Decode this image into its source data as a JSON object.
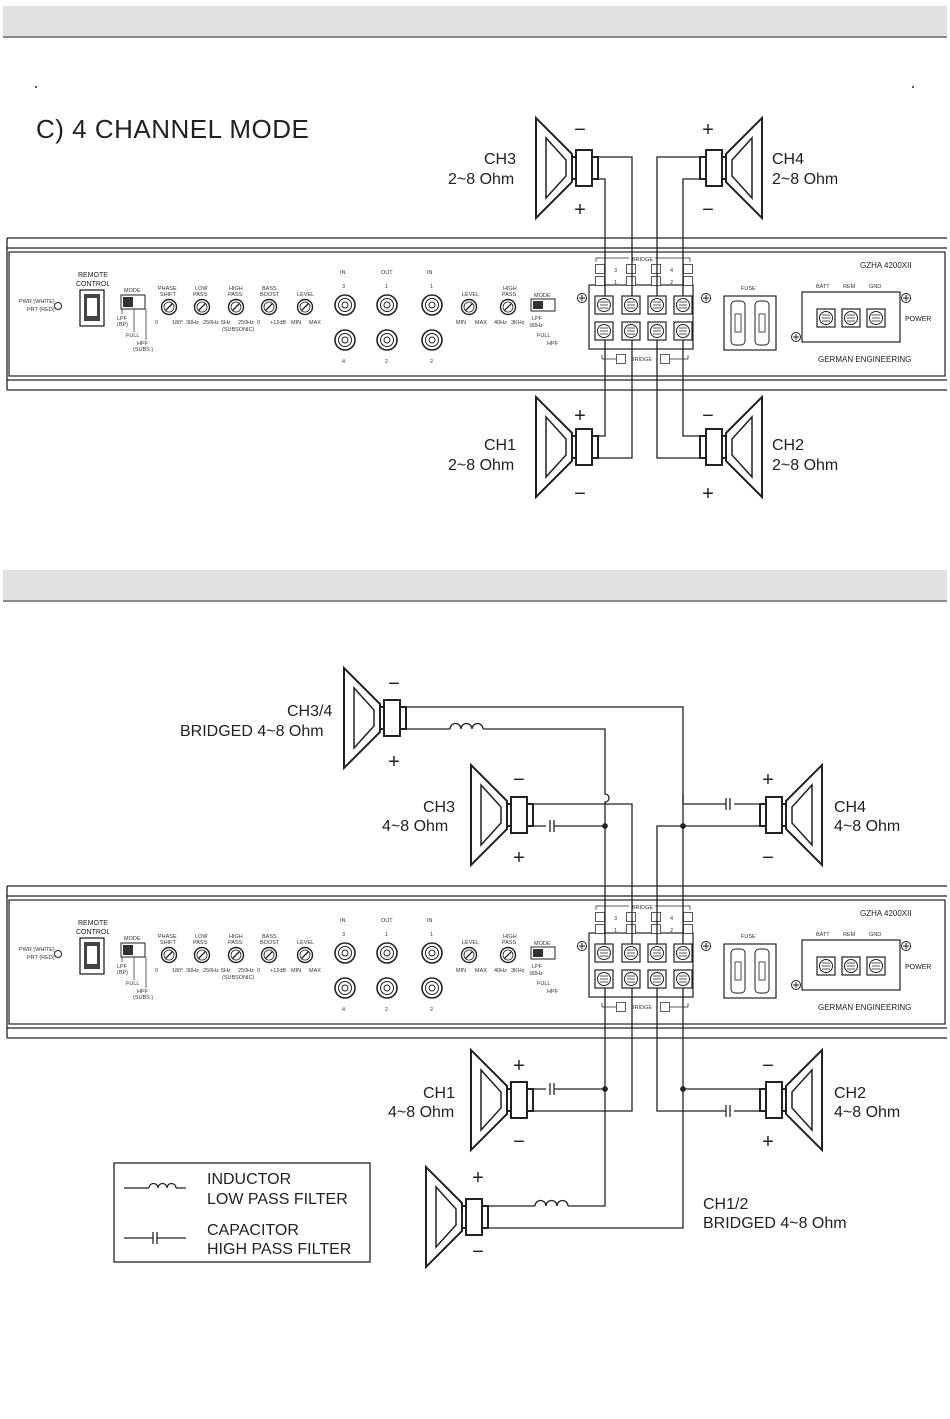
{
  "title": "C) 4 CHANNEL MODE",
  "amp": {
    "model": "GZHA 4200XII",
    "brand": "GERMAN ENGINEERING",
    "remote_control": [
      "REMOTE",
      "CONTROL"
    ],
    "led_labels": [
      "PWR (WHITE)",
      "PRT (RED)"
    ],
    "mode_label": "MODE",
    "mode_options_left": [
      "LPF",
      "(BP)",
      "FULL",
      "HPF",
      "(SUBS.)"
    ],
    "mode_options_right": [
      "LPF",
      "80Hz",
      "FULL",
      "HPF"
    ],
    "phase_shift": [
      "PHASE",
      "SHIFT"
    ],
    "phase_range": [
      "0",
      "180°"
    ],
    "low_pass": [
      "LOW",
      "PASS"
    ],
    "low_pass_range": [
      "30Hz",
      "250Hz"
    ],
    "high_pass": [
      "HIGH",
      "PASS"
    ],
    "high_pass_range": [
      "5Hz",
      "250Hz"
    ],
    "subsonic": "(SUBSONIC)",
    "bass_boost": [
      "BASS",
      "BOOST"
    ],
    "bass_boost_range": [
      "0",
      "+12dB"
    ],
    "level": "LEVEL",
    "level_range": [
      "MIN",
      "MAX"
    ],
    "rca_top": [
      "IN",
      "OUT",
      "IN"
    ],
    "rca_top_num": [
      "3",
      "1",
      "1"
    ],
    "rca_bottom_num": [
      "4",
      "2",
      "2"
    ],
    "high_pass_right_range": [
      "40Hz",
      "3KHz"
    ],
    "bridge": "BRIDGE",
    "terminal_nums_top": [
      "3",
      "4"
    ],
    "terminal_nums_bottom": [
      "1",
      "2"
    ],
    "fuse": "FUSE",
    "power_terms": [
      "BATT",
      "REM",
      "GND"
    ],
    "power": "POWER"
  },
  "diagram1": {
    "ch3": {
      "name": "CH3",
      "ohm": "2~8 Ohm"
    },
    "ch4": {
      "name": "CH4",
      "ohm": "2~8 Ohm"
    },
    "ch1": {
      "name": "CH1",
      "ohm": "2~8 Ohm"
    },
    "ch2": {
      "name": "CH2",
      "ohm": "2~8 Ohm"
    }
  },
  "diagram2": {
    "ch34": {
      "name": "CH3/4",
      "ohm": "BRIDGED 4~8 Ohm"
    },
    "ch3": {
      "name": "CH3",
      "ohm": "4~8 Ohm"
    },
    "ch4": {
      "name": "CH4",
      "ohm": "4~8 Ohm"
    },
    "ch1": {
      "name": "CH1",
      "ohm": "4~8 Ohm"
    },
    "ch2": {
      "name": "CH2",
      "ohm": "4~8 Ohm"
    },
    "ch12": {
      "name": "CH1/2",
      "ohm": "BRIDGED 4~8 Ohm"
    }
  },
  "signs": {
    "plus": "+",
    "minus": "−"
  },
  "legend": {
    "inductor": [
      "INDUCTOR",
      "LOW PASS FILTER"
    ],
    "capacitor": [
      "CAPACITOR",
      "HIGH PASS FILTER"
    ]
  }
}
